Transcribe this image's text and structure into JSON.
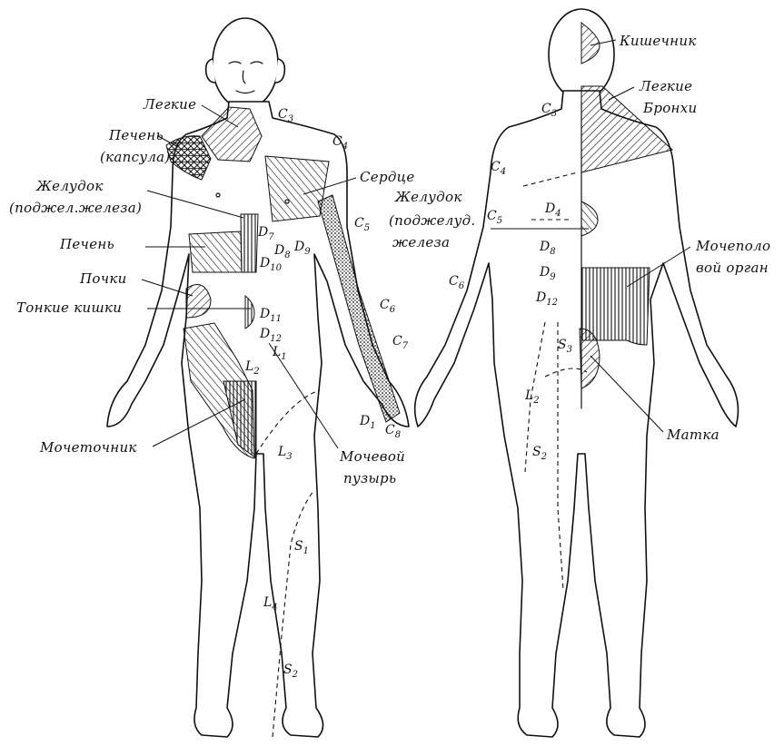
{
  "front": {
    "labels": {
      "lungs": "Легкие",
      "liver_capsule_1": "Печень",
      "liver_capsule_2": "(капсула)",
      "stomach_1": "Желудок",
      "stomach_2": "(поджел.железа)",
      "liver": "Печень",
      "kidneys": "Почки",
      "small_intestine": "Тонкие кишки",
      "ureter": "Мочеточник",
      "heart": "Сердце",
      "bladder_1": "Мочевой",
      "bladder_2": "пузырь"
    },
    "segments": [
      {
        "id": "C3",
        "letter": "C",
        "sub": "3"
      },
      {
        "id": "C4",
        "letter": "C",
        "sub": "4"
      },
      {
        "id": "C5",
        "letter": "C",
        "sub": "5"
      },
      {
        "id": "C6",
        "letter": "C",
        "sub": "6"
      },
      {
        "id": "C7",
        "letter": "C",
        "sub": "7"
      },
      {
        "id": "C8",
        "letter": "C",
        "sub": "8"
      },
      {
        "id": "D1",
        "letter": "D",
        "sub": "1"
      },
      {
        "id": "D7",
        "letter": "D",
        "sub": "7"
      },
      {
        "id": "D8",
        "letter": "D",
        "sub": "8"
      },
      {
        "id": "D9",
        "letter": "D",
        "sub": "9"
      },
      {
        "id": "D10",
        "letter": "D",
        "sub": "10"
      },
      {
        "id": "D11",
        "letter": "D",
        "sub": "11"
      },
      {
        "id": "D12",
        "letter": "D",
        "sub": "12"
      },
      {
        "id": "L1",
        "letter": "L",
        "sub": "1"
      },
      {
        "id": "L2",
        "letter": "L",
        "sub": "2"
      },
      {
        "id": "L3",
        "letter": "L",
        "sub": "3"
      },
      {
        "id": "L4",
        "letter": "L",
        "sub": "4"
      },
      {
        "id": "S1",
        "letter": "S",
        "sub": "1"
      },
      {
        "id": "S2",
        "letter": "S",
        "sub": "2"
      }
    ]
  },
  "back": {
    "labels": {
      "intestine": "Кишечник",
      "lungs_1": "Легкие",
      "lungs_2": "Бронхи",
      "stomach_1": "Желудок",
      "stomach_2": "(поджелуд.",
      "stomach_3": "железа",
      "urogenital_1": "Мочеполо",
      "urogenital_2": "вой орган",
      "uterus": "Матка"
    },
    "segments": [
      {
        "id": "C3",
        "letter": "C",
        "sub": "3"
      },
      {
        "id": "C4",
        "letter": "C",
        "sub": "4"
      },
      {
        "id": "C5",
        "letter": "C",
        "sub": "5"
      },
      {
        "id": "C6",
        "letter": "C",
        "sub": "6"
      },
      {
        "id": "D4",
        "letter": "D",
        "sub": "4"
      },
      {
        "id": "D8",
        "letter": "D",
        "sub": "8"
      },
      {
        "id": "D9",
        "letter": "D",
        "sub": "9"
      },
      {
        "id": "D12",
        "letter": "D",
        "sub": "12"
      },
      {
        "id": "S3",
        "letter": "S",
        "sub": "3"
      },
      {
        "id": "L2",
        "letter": "L",
        "sub": "2"
      },
      {
        "id": "S2",
        "letter": "S",
        "sub": "2"
      }
    ]
  }
}
